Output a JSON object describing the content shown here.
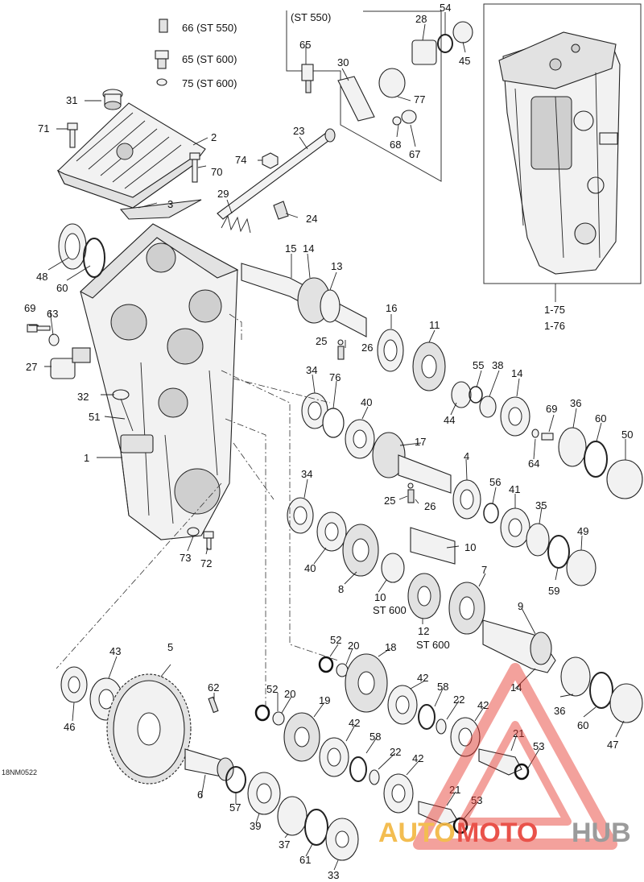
{
  "diagram_id": "18NM0522",
  "callouts": {
    "c66": "66 (ST 550)",
    "c65": "65 (ST 600)",
    "c75": "75 (ST 600)",
    "c31": "31",
    "c71": "71",
    "c2": "2",
    "c70": "70",
    "c3": "3",
    "c48": "48",
    "c60a": "60",
    "c69a": "69",
    "c63": "63",
    "c27": "27",
    "c32": "32",
    "c51": "51",
    "c1": "1",
    "c73": "73",
    "c72": "72",
    "st550": "(ST 550)",
    "c65b": "65",
    "c30": "30",
    "c28": "28",
    "c54": "54",
    "c45": "45",
    "c77": "77",
    "c68": "68",
    "c67": "67",
    "c23": "23",
    "c74": "74",
    "c29": "29",
    "c24": "24",
    "r175": "1-75",
    "r176": "1-76",
    "c15": "15",
    "c14a": "14",
    "c13": "13",
    "c16": "16",
    "c11": "11",
    "c25a": "25",
    "c26a": "26",
    "c34a": "34",
    "c76": "76",
    "c40a": "40",
    "c55": "55",
    "c38": "38",
    "c14b": "14",
    "c44": "44",
    "c69b": "69",
    "c36a": "36",
    "c60b": "60",
    "c50": "50",
    "c64": "64",
    "c17": "17",
    "c4": "4",
    "c34b": "34",
    "c25b": "25",
    "c26b": "26",
    "c56": "56",
    "c41": "41",
    "c35": "35",
    "c49": "49",
    "c40b": "40",
    "c8": "8",
    "c10a": "10",
    "c10b": "10",
    "st600a": "ST 600",
    "c59": "59",
    "c7": "7",
    "c12": "12",
    "st600b": "ST 600",
    "c9": "9",
    "c43": "43",
    "c5": "5",
    "c62": "62",
    "c46": "46",
    "c52a": "52",
    "c20a": "20",
    "c18": "18",
    "c42a": "42",
    "c58a": "58",
    "c14c": "14",
    "c36b": "36",
    "c60c": "60",
    "c47": "47",
    "c52b": "52",
    "c20b": "20",
    "c19": "19",
    "c42b": "42",
    "c22a": "22",
    "c42c": "42",
    "c21a": "21",
    "c53a": "53",
    "c6": "6",
    "c57": "57",
    "c39": "39",
    "c58b": "58",
    "c22b": "22",
    "c42d": "42",
    "c37": "37",
    "c61": "61",
    "c33": "33",
    "c21b": "21",
    "c53b": "53"
  },
  "watermark": {
    "auto": "AUTO",
    "moto": "MOTO",
    "hub": "HUB"
  },
  "colors": {
    "watermark_red": "#e6342b",
    "watermark_yellow": "#f2b233",
    "watermark_gray": "#8a8a8a"
  }
}
